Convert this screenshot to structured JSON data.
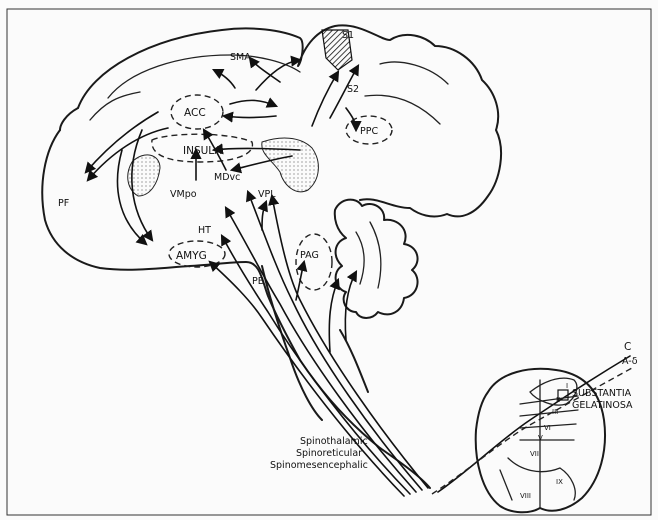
{
  "labels": {
    "s1": "S1",
    "sma": "SMA",
    "s2": "S2",
    "acc": "ACC",
    "ppc": "PPC",
    "insula": "INSULA",
    "pf": "PF",
    "vmpo": "VMpo",
    "mdvc": "MDvc",
    "vpl": "VPL",
    "ht": "HT",
    "amyg": "AMYG",
    "pag": "PAG",
    "pb": "PB",
    "c": "C",
    "a_delta": "A-δ",
    "substantia": "SUBSTANTIA",
    "gelatinosa": "GELATINOSA",
    "tract_1": "Spinothalamic",
    "tract_2": "Spinoreticular",
    "tract_3": "Spinomesencephalic",
    "lamina_i": "I",
    "lamina_ii": "II",
    "lamina_iii": "III",
    "lamina_v": "V",
    "lamina_vi": "VI",
    "lamina_vii": "VII",
    "lamina_viii": "VIII",
    "lamina_ix": "IX"
  },
  "colors": {
    "ink": "#111111",
    "shading": "#d9d9d9",
    "background": "#fbfbfb"
  }
}
